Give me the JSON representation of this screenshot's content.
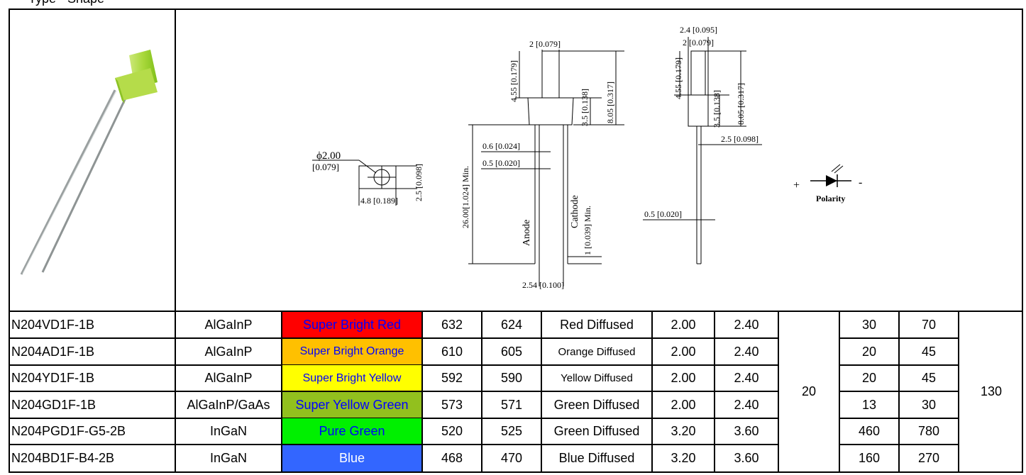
{
  "header": {
    "caption": "Type · Shape"
  },
  "drawing": {
    "top_view": {
      "diameter": "ϕ2.00",
      "diameter_in": "[0.079]",
      "height_dim": "2.5 [0.098]",
      "width_dim": "4.8 [0.189]"
    },
    "front_view": {
      "top_width": "2 [0.079]",
      "lens_height": "4.55 [0.179]",
      "body_height": "3.5 [0.138]",
      "total_body": "8.05 [0.317]",
      "lead_wide": "0.6 [0.024]",
      "lead_narrow": "0.5 [0.020]",
      "lead_length": "26.00[1.024] Min.",
      "anode": "Anode",
      "cathode": "Cathode",
      "lead_min": "1 [0.039] Min.",
      "pitch": "2.54 [0.100]"
    },
    "side_view": {
      "outer_width": "2.4 [0.095]",
      "inner_width": "2 [0.079]",
      "lens_height": "4.55 [0.179]",
      "body_height": "3.5 [0.138]",
      "total_body": "8.05 [0.317]",
      "base_width": "2.5 [0.098]",
      "lead_width": "0.5 [0.020]"
    },
    "polarity": {
      "plus": "+",
      "minus": "-",
      "label": "Polarity"
    }
  },
  "table": {
    "shared": {
      "if_current": "20",
      "view_angle": "130"
    },
    "rows": [
      {
        "part": "N204VD1F-1B",
        "material": "AlGaInP",
        "emitted": "Super Bright Red",
        "color": "#ff0000",
        "text_color": "#0000ff",
        "peak": "632",
        "dominant": "624",
        "lens": "Red Diffused",
        "lens_small": false,
        "vf_typ": "2.00",
        "vf_max": "2.40",
        "iv_min": "30",
        "iv_typ": "70"
      },
      {
        "part": "N204AD1F-1B",
        "material": "AlGaInP",
        "emitted": "Super Bright Orange",
        "color": "#ffc000",
        "text_color": "#0000ff",
        "peak": "610",
        "dominant": "605",
        "lens": "Orange Diffused",
        "lens_small": true,
        "vf_typ": "2.00",
        "vf_max": "2.40",
        "iv_min": "20",
        "iv_typ": "45"
      },
      {
        "part": "N204YD1F-1B",
        "material": "AlGaInP",
        "emitted": "Super Bright Yellow",
        "color": "#ffff00",
        "text_color": "#0000ff",
        "peak": "592",
        "dominant": "590",
        "lens": "Yellow Diffused",
        "lens_small": true,
        "vf_typ": "2.00",
        "vf_max": "2.40",
        "iv_min": "20",
        "iv_typ": "45"
      },
      {
        "part": "N204GD1F-1B",
        "material": "AlGaInP/GaAs",
        "emitted": "Super Yellow Green",
        "color": "#92c01e",
        "text_color": "#0000ff",
        "peak": "573",
        "dominant": "571",
        "lens": "Green Diffused",
        "lens_small": false,
        "vf_typ": "2.00",
        "vf_max": "2.40",
        "iv_min": "13",
        "iv_typ": "30"
      },
      {
        "part": "N204PGD1F-G5-2B",
        "material": "InGaN",
        "emitted": "Pure Green",
        "color": "#00f000",
        "text_color": "#0000ff",
        "peak": "520",
        "dominant": "525",
        "lens": "Green Diffused",
        "lens_small": false,
        "vf_typ": "3.20",
        "vf_max": "3.60",
        "iv_min": "460",
        "iv_typ": "780"
      },
      {
        "part": "N204BD1F-B4-2B",
        "material": "InGaN",
        "emitted": "Blue",
        "color": "#3366ff",
        "text_color": "#ffffff",
        "peak": "468",
        "dominant": "470",
        "lens": "Blue Diffused",
        "lens_small": false,
        "vf_typ": "3.20",
        "vf_max": "3.60",
        "iv_min": "160",
        "iv_typ": "270"
      }
    ]
  }
}
